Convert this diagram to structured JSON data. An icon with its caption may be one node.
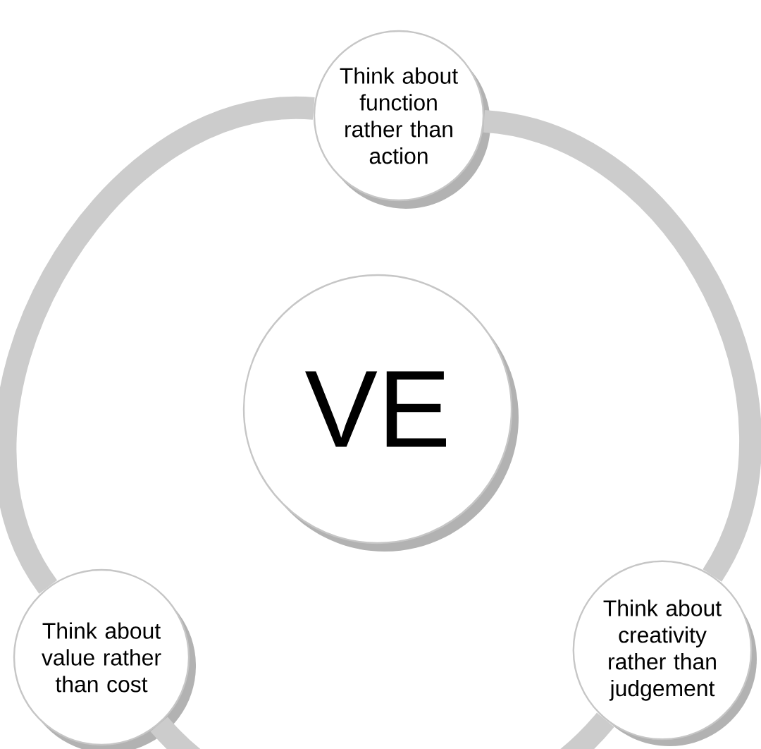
{
  "diagram": {
    "nodes": [
      {
        "text": [
          "Think about function rather than action"
        ]
      },
      {
        "text": [
          "VE"
        ]
      },
      {
        "text": [
          "Think about value rather than cost"
        ]
      },
      {
        "text": [
          "Think about creativity rather than judgement"
        ]
      }
    ],
    "edges": [
      {
        "from": 0,
        "to": 3,
        "arrow": "none"
      },
      {
        "from": 3,
        "to": 2,
        "arrow": "none"
      },
      {
        "from": 2,
        "to": 0,
        "arrow": "none"
      }
    ]
  }
}
